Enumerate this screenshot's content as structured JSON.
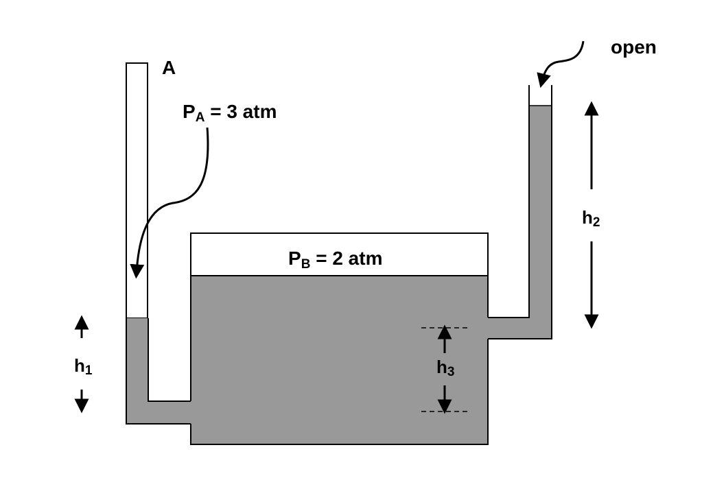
{
  "labels": {
    "tube_a": "A",
    "open": "open",
    "pa_symbol": "P",
    "pa_sub": "A",
    "pa_value": " = 3 atm",
    "pb_symbol": "P",
    "pb_sub": "B",
    "pb_value": " = 2 atm",
    "h1_symbol": "h",
    "h1_sub": "1",
    "h2_symbol": "h",
    "h2_sub": "2",
    "h3_symbol": "h",
    "h3_sub": "3"
  },
  "colors": {
    "liquid": "#999999",
    "outline": "#000000",
    "background": "#ffffff"
  }
}
